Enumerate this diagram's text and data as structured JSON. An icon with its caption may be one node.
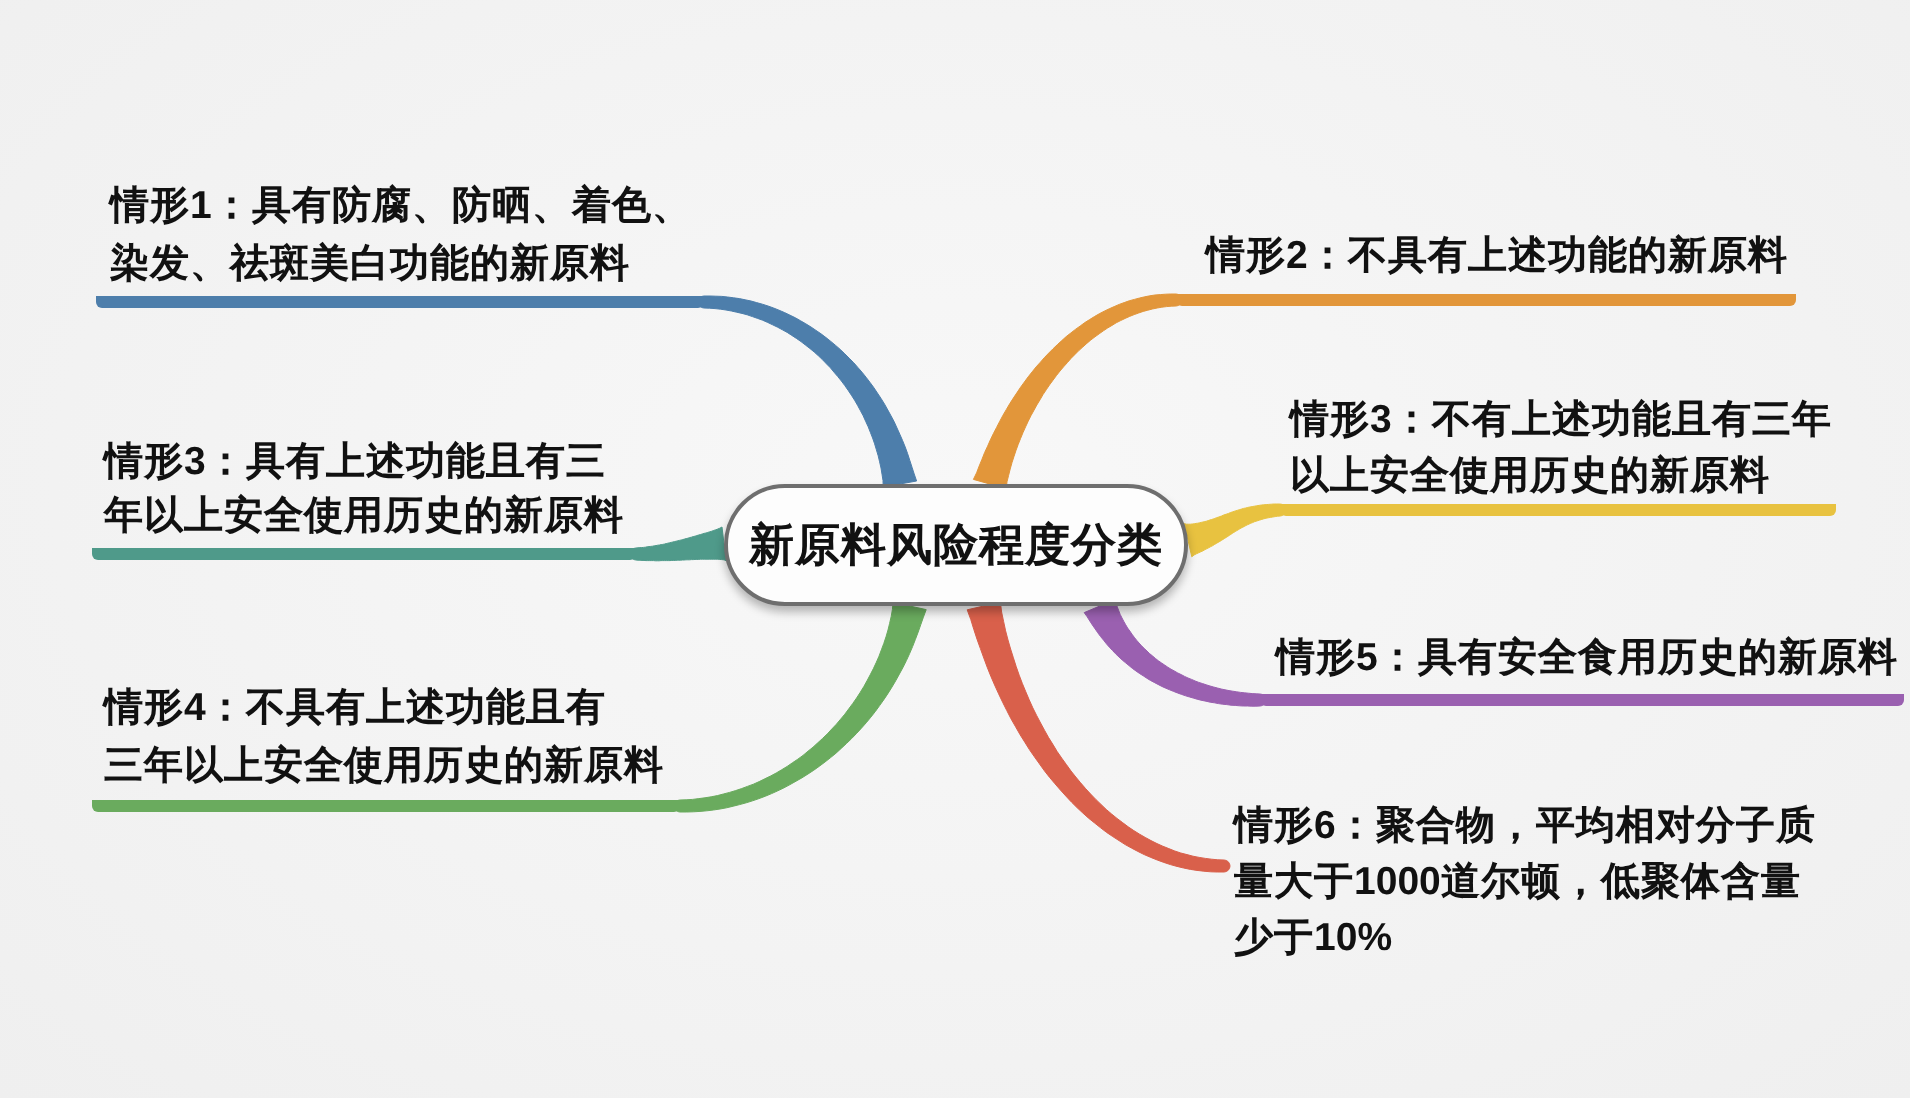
{
  "diagram": {
    "nodes": [
      {
        "text": [
          "新原料风险程度分类"
        ]
      },
      {
        "text": [
          "情形1：具有防腐、防晒、着色、染发、祛斑美白功能的新原料"
        ]
      },
      {
        "text": [
          "情形2：不具有上述功能的新原料"
        ]
      },
      {
        "text": [
          "情形3：具有上述功能且有三年以上安全使用历史的新原料"
        ]
      },
      {
        "text": [
          "情形3：不有上述功能且有三年以上安全使用历史的新原料"
        ]
      },
      {
        "text": [
          "情形4：不具有上述功能且有三年以上安全使用历史的新原料"
        ]
      },
      {
        "text": [
          "情形5：具有安全食用历史的新原料"
        ]
      },
      {
        "text": [
          "情形6：聚合物，平均相对分子质量大于1000道尔顿，低聚体含量少于10%"
        ]
      }
    ],
    "edges": [
      {
        "from": 0,
        "to": 1,
        "arrow": "none",
        "color": "#4d7eab"
      },
      {
        "from": 0,
        "to": 2,
        "arrow": "none",
        "color": "#e2963a"
      },
      {
        "from": 0,
        "to": 3,
        "arrow": "none",
        "color": "#4f9a8a"
      },
      {
        "from": 0,
        "to": 4,
        "arrow": "none",
        "color": "#e8c240"
      },
      {
        "from": 0,
        "to": 5,
        "arrow": "none",
        "color": "#6aab5e"
      },
      {
        "from": 0,
        "to": 6,
        "arrow": "none",
        "color": "#9a60b0"
      },
      {
        "from": 0,
        "to": 7,
        "arrow": "none",
        "color": "#d9604b"
      }
    ]
  }
}
